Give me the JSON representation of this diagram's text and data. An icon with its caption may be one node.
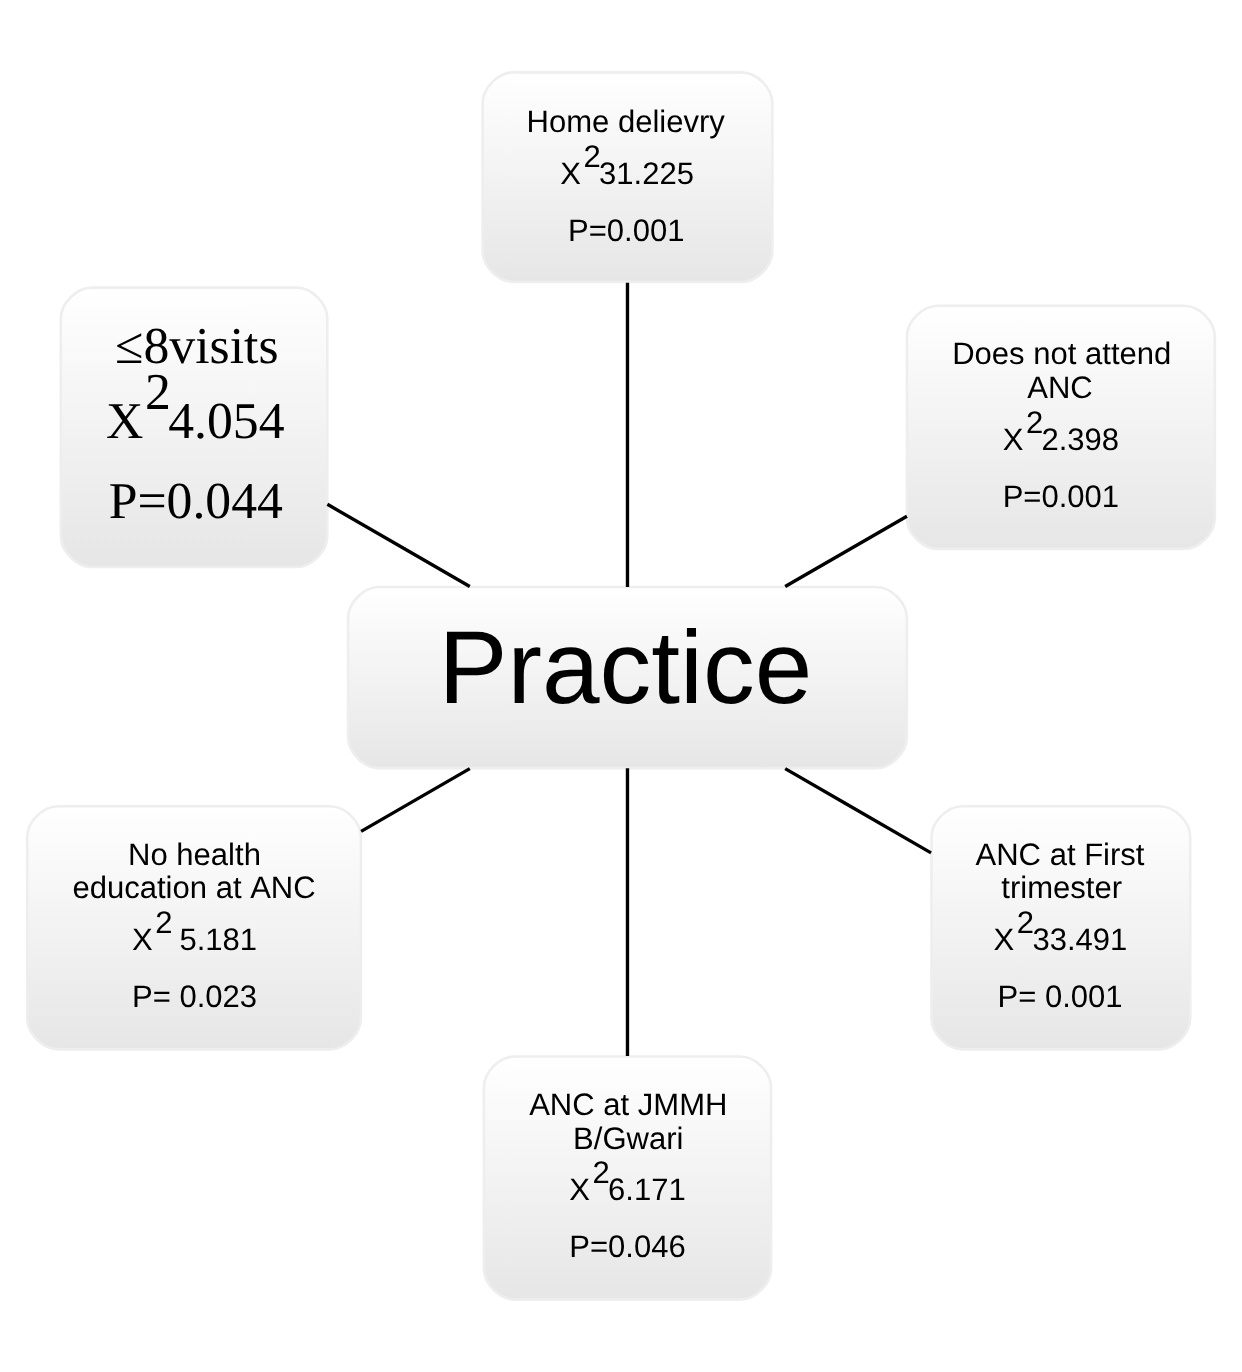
{
  "diagram": {
    "nodes": [
      {
        "text": [
          "Does not attend ANC",
          "X$^{2}$2.398",
          "P=0.001"
        ]
      },
      {
        "text": [
          "Home delievry",
          "X$^{2}$31.225",
          "P=0.001"
        ]
      },
      {
        "text": [
          "≤8visits",
          "X$^{2}$4.054",
          "P=0.044"
        ]
      },
      {
        "text": [
          "Practice"
        ]
      },
      {
        "text": [
          "No health education at ANC",
          "X$^{2}$ 5.181",
          "P= 0.023"
        ]
      },
      {
        "text": [
          "ANC at JMMH B/Gwari",
          "X$^{2}$6.171",
          "P=0.046"
        ]
      },
      {
        "text": [
          "ANC at First trimester",
          "X$^{2}$33.491",
          "P= 0.001"
        ]
      }
    ],
    "edges": [
      {
        "from": 3,
        "to": 2,
        "arrow": "none"
      },
      {
        "from": 3,
        "to": 0,
        "arrow": "none"
      },
      {
        "from": 3,
        "to": 1,
        "arrow": "none"
      },
      {
        "from": 3,
        "to": 4,
        "arrow": "none"
      },
      {
        "from": 3,
        "to": 6,
        "arrow": "none"
      },
      {
        "from": 3,
        "to": 5,
        "arrow": "none"
      }
    ]
  }
}
